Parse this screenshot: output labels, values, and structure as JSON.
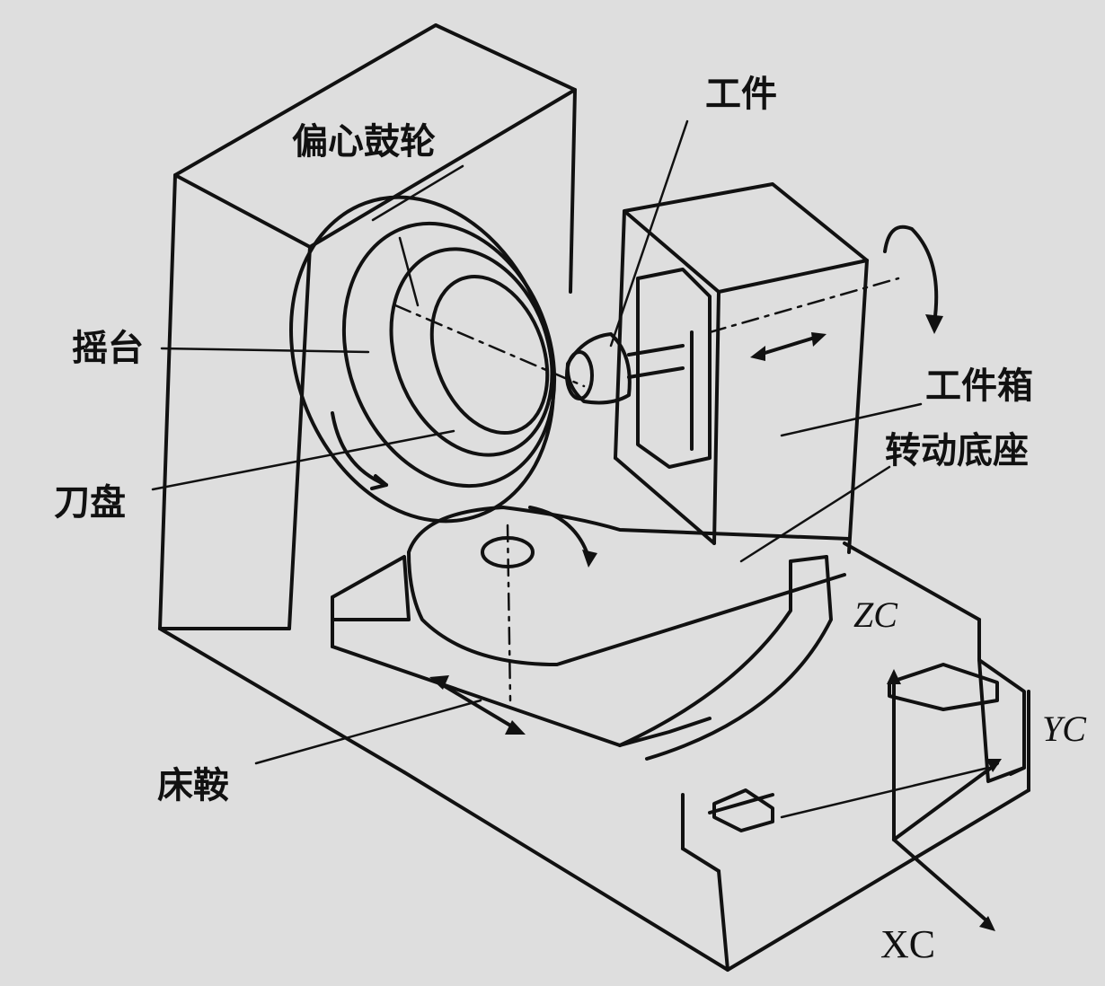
{
  "labels": {
    "eccentric_drum": "偏心鼓轮",
    "workpiece": "工件",
    "cradle": "摇台",
    "workpiece_box": "工件箱",
    "rotary_base": "转动底座",
    "cutter_head": "刀盘",
    "saddle": "床鞍"
  },
  "axes": {
    "zc": "ZC",
    "yc": "YC",
    "xc": "XC"
  }
}
